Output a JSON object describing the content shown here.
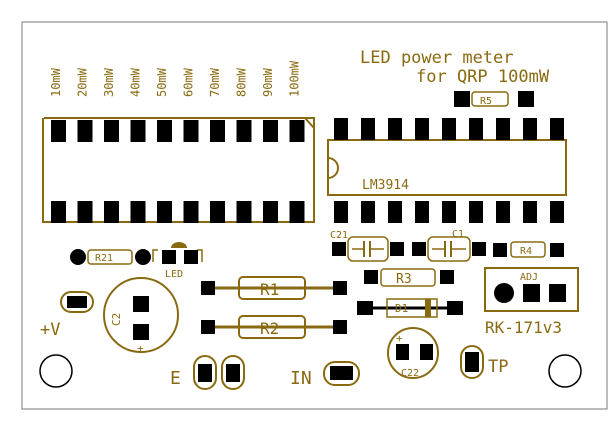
{
  "title": {
    "line1": "LED power meter",
    "line2": "for QRP 100mW"
  },
  "bargraph_scale": [
    "10mW",
    "20mW",
    "30mW",
    "40mW",
    "50mW",
    "60mW",
    "70mW",
    "80mW",
    "90mW",
    "100mW"
  ],
  "components": {
    "ic": "LM3914",
    "r5": "R5",
    "r4": "R4",
    "r21": "R21",
    "r3": "R3",
    "r1": "R1",
    "r2": "R2",
    "d1": "D1",
    "c21": "C21",
    "c1": "C1",
    "c2": "C2",
    "c22": "C22",
    "led": "LED",
    "adj": "ADJ",
    "plus": "+",
    "plus_in": "+",
    "plus_c22": "+"
  },
  "labels": {
    "supply": "+V",
    "ground": "E",
    "input": "IN",
    "testpoint": "TP",
    "board_id": "RK-171v3"
  },
  "colors": {
    "silkscreen": "#8a6a10",
    "copper": "#000000",
    "board": "#ffffff",
    "border": "#7a7a7a"
  }
}
